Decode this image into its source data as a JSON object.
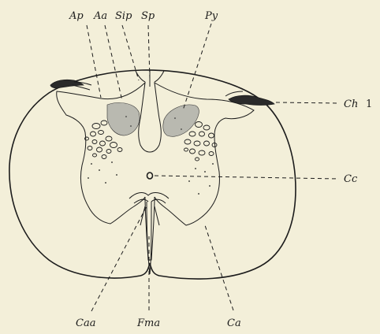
{
  "labels": {
    "ap": "Ap",
    "aa": "Aa",
    "sip": "Sip",
    "sp": "Sp",
    "py": "Py",
    "ch": "Ch",
    "ch_number": "1",
    "cc": "Cc",
    "caa": "Caa",
    "fma": "Fma",
    "ca": "Ca"
  },
  "colors": {
    "background": "#f3efd9",
    "ink": "#1c1c1c",
    "tract_fill": "#b9b9b0"
  }
}
